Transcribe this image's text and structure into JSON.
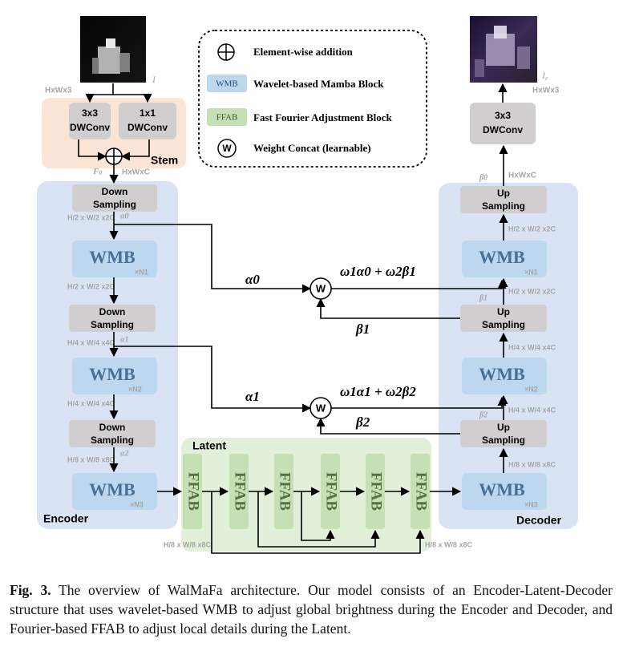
{
  "input": {
    "label": "I",
    "dims": "HxWx3"
  },
  "output": {
    "label": "I",
    "sub": "e",
    "dims": "HxWx3"
  },
  "stem": {
    "title": "Stem",
    "conv_a": [
      "3x3",
      "DWConv"
    ],
    "conv_b": [
      "1x1",
      "DWConv"
    ],
    "out_label": "F",
    "out_sub": "0",
    "out_dims": "HxWxC"
  },
  "encoder": {
    "title": "Encoder",
    "down_label": [
      "Down",
      "Sampling"
    ],
    "wmb_label": "WMB",
    "dims": [
      "H/2 x W/2 x2C",
      "H/4 x W/4 x4C",
      "H/8 x W/8 x8C"
    ],
    "wmb_counts": [
      "×N1",
      "×N2",
      "×N3"
    ]
  },
  "decoder": {
    "title": "Decoder",
    "up_label": [
      "Up",
      "Sampling"
    ],
    "wmb_label": "WMB",
    "final_conv": [
      "3x3",
      "DWConv"
    ],
    "beta0_dims": "HxWxC",
    "wmb_counts": [
      "×N1",
      "×N2",
      "×N3"
    ]
  },
  "latent": {
    "title": "Latent",
    "block_label": "FFAB",
    "dims": "H/8 x W/8 x8C"
  },
  "legend": {
    "items": [
      {
        "symbol": "⊕",
        "text": "Element-wise addition"
      },
      {
        "symbol": "WMB",
        "text": "Wavelet-based Mamba Block",
        "color": "#bdd7ee"
      },
      {
        "symbol": "FFAB",
        "text": "Fast Fourier Adjustment Block",
        "color": "#c5e0b4"
      },
      {
        "symbol": "W",
        "text": "Weight Concat (learnable)"
      }
    ]
  },
  "skips": [
    {
      "alpha": "α0",
      "beta": "β1",
      "formula": "ω1α0 + ω2β1"
    },
    {
      "alpha": "α1",
      "beta": "β2",
      "formula": "ω1α1 + ω2β2"
    }
  ],
  "colors": {
    "encoder_bg": "#dae3f3",
    "latent_bg": "#e2efd9",
    "stem_bg": "#fbe5d6",
    "wmb": "#bdd7ee",
    "ffab": "#c5e0b4",
    "gray_block": "#d0cece"
  },
  "caption": {
    "label": "Fig. 3.",
    "text": "The overview of WalMaFa architecture. Our model consists of an Encoder-Latent-Decoder structure that uses wavelet-based WMB to adjust global brightness during the Encoder and Decoder, and Fourier-based FFAB to adjust local details during the Latent."
  }
}
